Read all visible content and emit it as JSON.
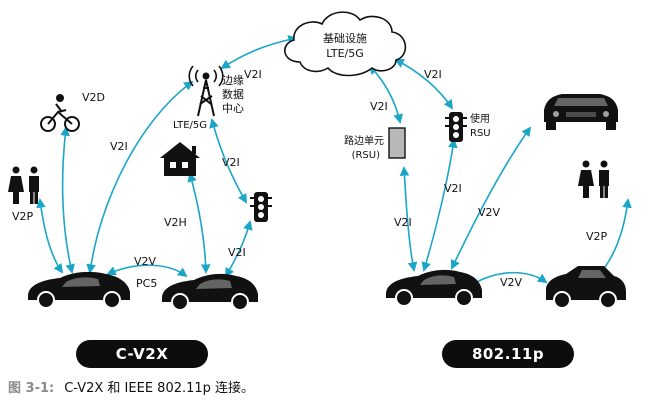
{
  "nodes": {
    "edge_datacenter": [
      "边缘",
      "数据",
      "中心"
    ],
    "lte5g_tower": "LTE/5G",
    "cloud": [
      "基础设施",
      "LTE/5G"
    ],
    "rsu": [
      "路边单元",
      "(RSU)"
    ],
    "traffic_light_rsu": [
      "使用",
      "RSU"
    ]
  },
  "links": {
    "v2d": "V2D",
    "v2p": "V2P",
    "v2i": "V2I",
    "v2h": "V2H",
    "v2v": "V2V",
    "pc5": "PC5"
  },
  "pills": {
    "left": "C-V2X",
    "right": "802.11p"
  },
  "caption": {
    "prefix": "图 3-1:",
    "text": "C-V2X 和 IEEE 802.11p 连接。"
  },
  "colors": {
    "arrow": "#1aa6c8",
    "pill_bg": "#0d0d0d",
    "rsu_box": "#b8b8b8"
  }
}
